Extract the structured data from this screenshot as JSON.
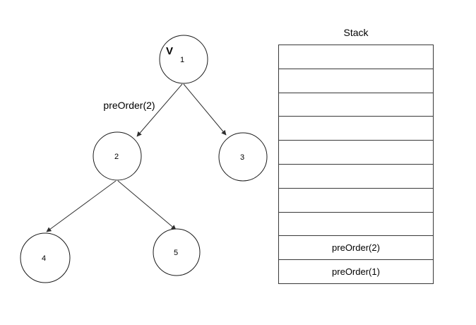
{
  "canvas": {
    "background": "#ffffff"
  },
  "colors": {
    "highlight_stroke": "#e8685e",
    "default_stroke": "#1a1a1a"
  },
  "tree": {
    "visited_mark": "V",
    "annotation": "preOrder(2)",
    "nodes": [
      {
        "label": "1",
        "highlighted": false
      },
      {
        "label": "2",
        "highlighted": true
      },
      {
        "label": "3",
        "highlighted": false
      },
      {
        "label": "4",
        "highlighted": false
      },
      {
        "label": "5",
        "highlighted": false
      }
    ]
  },
  "stack": {
    "title": "Stack",
    "rows": [
      "",
      "",
      "",
      "",
      "",
      "",
      "",
      "",
      "preOrder(2)",
      "preOrder(1)"
    ]
  }
}
